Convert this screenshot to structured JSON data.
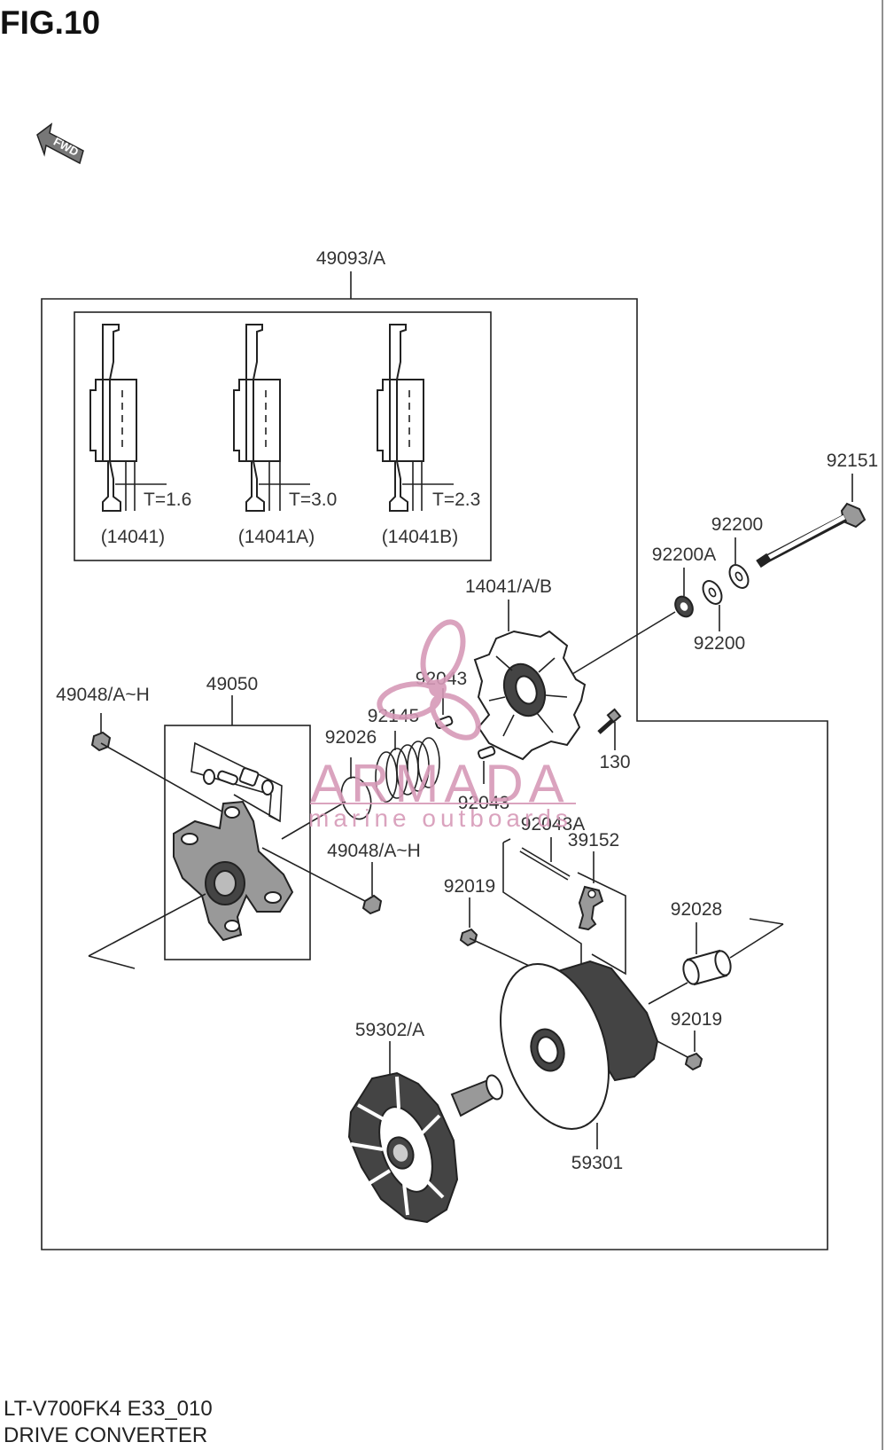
{
  "figure": {
    "title": "FIG.10",
    "fwd_label": "FWD",
    "model_code": "LT-V700FK4 E33_010",
    "section_name": "DRIVE CONVERTER"
  },
  "watermark": {
    "brand": "ARMADA",
    "tagline": "marine outboards"
  },
  "inset": {
    "variants": [
      {
        "thickness_label": "T=1.6",
        "part_label": "(14041)"
      },
      {
        "thickness_label": "T=3.0",
        "part_label": "(14041A)"
      },
      {
        "thickness_label": "T=2.3",
        "part_label": "(14041B)"
      }
    ]
  },
  "parts": {
    "assembly_49093": "49093/A",
    "bolt_92151": "92151",
    "washer_92200_top": "92200",
    "washer_92200a": "92200A",
    "washer_92200_bottom": "92200",
    "cover_14041": "14041/A/B",
    "pin_92043_top": "92043",
    "spring_92145": "92145",
    "ring_92026": "92026",
    "screw_130": "130",
    "pin_92043_mid": "92043",
    "pin_92043a": "92043A",
    "weight_39152": "39152",
    "nut_49048_left": "49048/A~H",
    "spider_49050": "49050",
    "nut_49048_mid": "49048/A~H",
    "nut_92019_left": "92019",
    "bushing_92028": "92028",
    "nut_92019_right": "92019",
    "sheave_59302": "59302/A",
    "sheave_59301": "59301"
  }
}
